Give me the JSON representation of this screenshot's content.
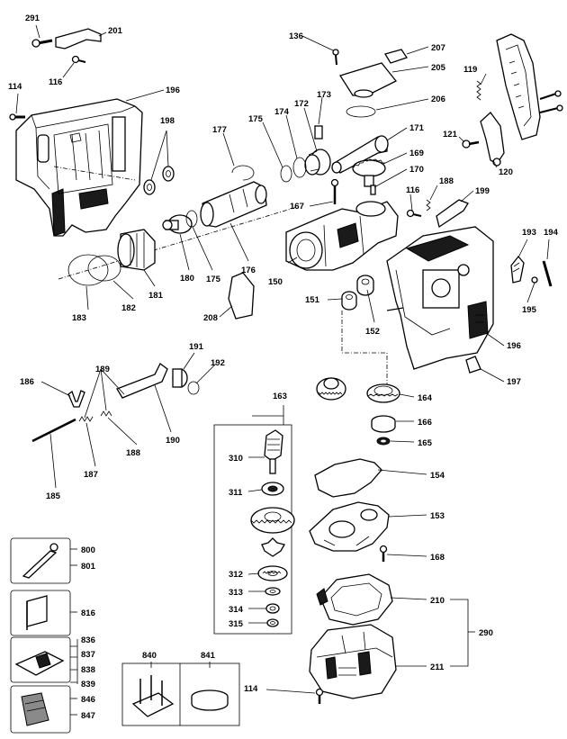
{
  "labels": {
    "291": "291",
    "201": "201",
    "116a": "116",
    "114a": "114",
    "196a": "196",
    "198": "198",
    "136": "136",
    "207": "207",
    "205": "205",
    "206": "206",
    "173": "173",
    "172": "172",
    "174": "174",
    "175a": "175",
    "177": "177",
    "171": "171",
    "169": "169",
    "170": "170",
    "167": "167",
    "119": "119",
    "121": "121",
    "120": "120",
    "188a": "188",
    "116b": "116",
    "199": "199",
    "193": "193",
    "194": "194",
    "195": "195",
    "196b": "196",
    "197": "197",
    "183": "183",
    "182": "182",
    "181": "181",
    "180": "180",
    "175b": "175",
    "176": "176",
    "150": "150",
    "208": "208",
    "151": "151",
    "152": "152",
    "191": "191",
    "192": "192",
    "186": "186",
    "189": "189",
    "188b": "188",
    "187": "187",
    "185": "185",
    "190": "190",
    "163": "163",
    "164": "164",
    "166": "166",
    "165": "165",
    "310": "310",
    "311": "311",
    "312": "312",
    "313": "313",
    "314": "314",
    "315": "315",
    "154": "154",
    "153": "153",
    "168": "168",
    "210": "210",
    "290": "290",
    "211": "211",
    "114b": "114",
    "840": "840",
    "841": "841",
    "800": "800",
    "801": "801",
    "816": "816",
    "836": "836",
    "837": "837",
    "838": "838",
    "839": "839",
    "846": "846",
    "847": "847"
  }
}
